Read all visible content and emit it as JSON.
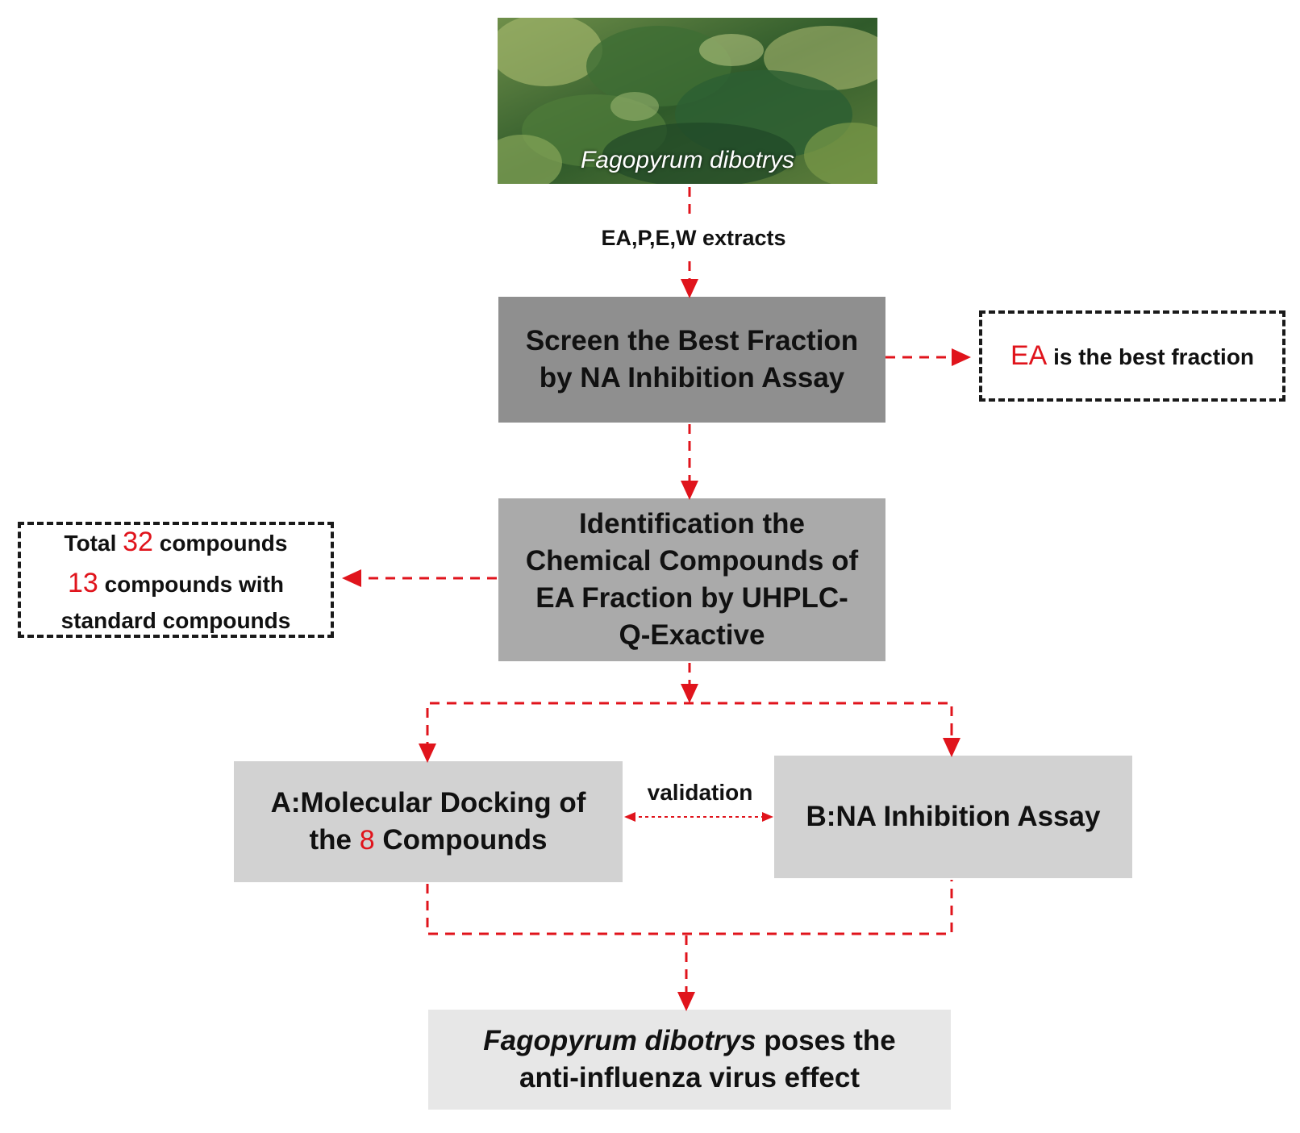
{
  "photo": {
    "caption": "Fagopyrum dibotrys"
  },
  "extracts_label": "EA,P,E,W extracts",
  "step1": {
    "line1": "Screen the Best Fraction",
    "line2": "by NA Inhibition Assay"
  },
  "result1": {
    "highlight": "EA",
    "text": "is the best fraction"
  },
  "step2": {
    "line1": "Identification the",
    "line2": "Chemical Compounds of",
    "line3": "EA Fraction by UHPLC-",
    "line4": "Q-Exactive"
  },
  "result2": {
    "total_prefix": "Total",
    "total_count": "32",
    "total_suffix": "compounds",
    "std_count": "13",
    "std_suffix": "compounds with",
    "line3": "standard compounds"
  },
  "stepA": {
    "line1": "A:Molecular Docking of",
    "line2_prefix": "the",
    "count": "8",
    "line2_suffix": "Compounds"
  },
  "validation_label": "validation",
  "stepB": {
    "label": "B:NA Inhibition Assay"
  },
  "conclusion": {
    "italic": "Fagopyrum dibotrys",
    "rest1": "poses the",
    "line2": "anti-influenza virus effect"
  },
  "colors": {
    "arrow": "#e0141c",
    "highlight": "#e0141c"
  }
}
